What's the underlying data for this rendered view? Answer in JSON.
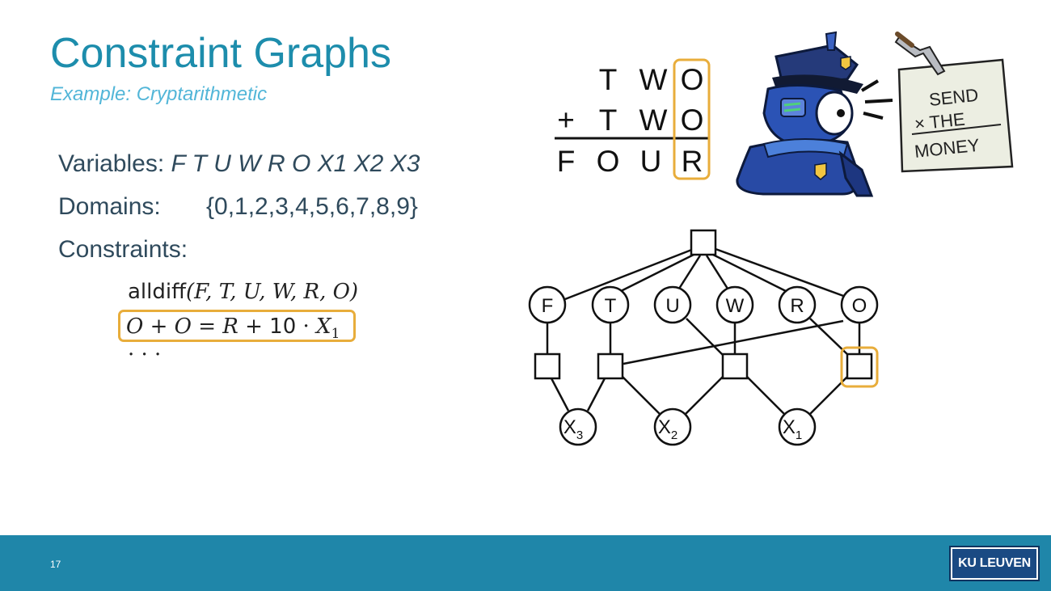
{
  "slide": {
    "title": "Constraint Graphs",
    "subtitle": "Example: Cryptarithmetic",
    "page_number": "17",
    "logo_text": "KU LEUVEN"
  },
  "problem": {
    "variables_label": "Variables:",
    "variables_value": "F T U W R O X1 X2 X3",
    "domains_label": "Domains:",
    "domains_value": "{0,1,2,3,4,5,6,7,8,9}",
    "constraints_label": "Constraints:"
  },
  "constraints": {
    "alldiff_fn": "alldiff",
    "alldiff_args": "(F, T, U, W, R, O)",
    "eq_left": "O + O = R + ",
    "eq_const": "10",
    "eq_dot": " · ",
    "eq_var": "X",
    "eq_sub": "1",
    "ellipsis": "· · ·"
  },
  "puzzle": {
    "row1": [
      "T",
      "W",
      "O"
    ],
    "row2_op": "+",
    "row2": [
      "T",
      "W",
      "O"
    ],
    "row3": [
      "F",
      "O",
      "U",
      "R"
    ],
    "highlight_color": "#e8ad3b"
  },
  "sign": {
    "lines": [
      "SEND",
      "× THE",
      "MONEY"
    ]
  },
  "graph": {
    "variables": [
      "F",
      "T",
      "U",
      "W",
      "R",
      "O"
    ],
    "aux": [
      {
        "base": "X",
        "sub": "3"
      },
      {
        "base": "X",
        "sub": "2"
      },
      {
        "base": "X",
        "sub": "1"
      }
    ]
  },
  "colors": {
    "title": "#1d8dac",
    "subtitle": "#52b6d8",
    "body_text": "#2f4a5c",
    "highlight": "#e8ad3b",
    "footer": "#1f86a9",
    "logo_bg": "#1a4a83"
  }
}
